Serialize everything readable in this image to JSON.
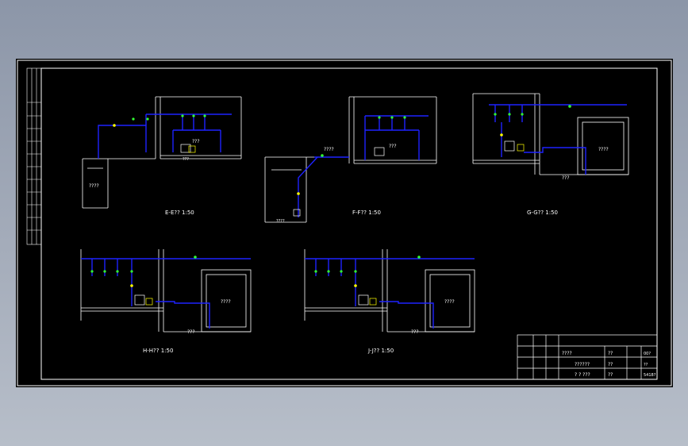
{
  "sections": [
    {
      "id": "E",
      "caption": "E-E?? 1:50",
      "tank_label": "???",
      "room_label": "????"
    },
    {
      "id": "F",
      "caption": "F-F?? 1:50",
      "tank_label": "???",
      "room_label": "????"
    },
    {
      "id": "G",
      "caption": "G-G?? 1:50",
      "tank_label": "????",
      "room_label": "???"
    },
    {
      "id": "H",
      "caption": "H-H?? 1:50",
      "tank_label": "????",
      "room_label": "???"
    },
    {
      "id": "J",
      "caption": "J-J?? 1:50",
      "tank_label": "????",
      "room_label": "???"
    }
  ],
  "title_block": {
    "row1": {
      "name": "????",
      "code": "??",
      "value": "00?"
    },
    "row2": {
      "name": "??????",
      "code": "??",
      "value": "??"
    },
    "row3": {
      "name": "? ? ???",
      "code": "??",
      "value": "5418?"
    }
  },
  "colors": {
    "pipe": "#1e22ff",
    "frame": "#ffffff",
    "label": "#ffffff",
    "valve_green": "#33ff33",
    "fitting_yellow": "#ffff00",
    "tag_magenta": "#ff33ff",
    "background": "#000000"
  }
}
